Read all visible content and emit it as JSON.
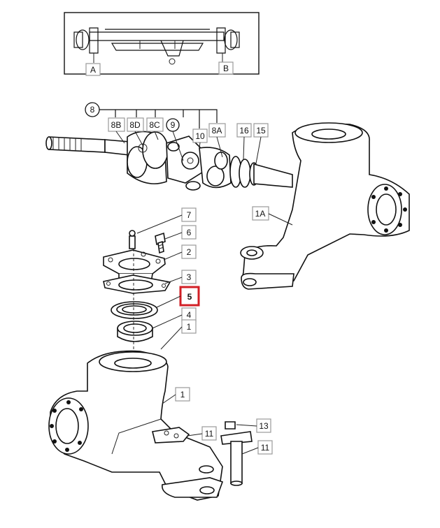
{
  "labels": {
    "A": "A",
    "B": "B",
    "p8": "8",
    "p8B": "8B",
    "p8D": "8D",
    "p8C": "8C",
    "p9": "9",
    "p10": "10",
    "p8A": "8A",
    "p16": "16",
    "p15": "15",
    "p1A": "1A",
    "p7": "7",
    "p6": "6",
    "p2": "2",
    "p3": "3",
    "p5": "5",
    "p4": "4",
    "p1_upper": "1",
    "p1_lower": "1",
    "p11_a": "11",
    "p13": "13",
    "p11_b": "11"
  },
  "highlight": {
    "part": "5",
    "color": "#d21f26"
  }
}
